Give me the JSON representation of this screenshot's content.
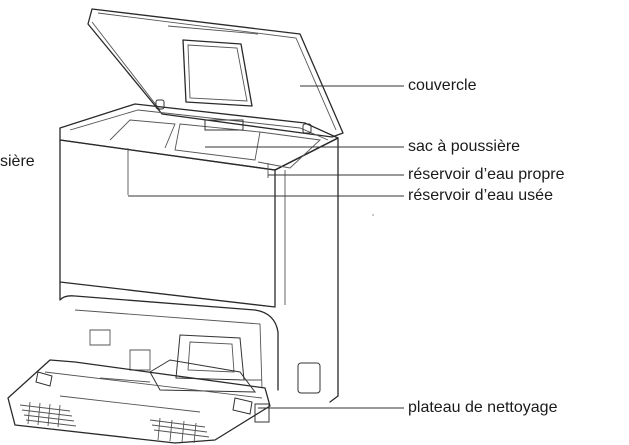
{
  "labels": {
    "cutoff_left": "sière",
    "lid": "couvercle",
    "dust_bag": "sac à poussière",
    "clean_tank": "réservoir d’eau propre",
    "dirty_tank": "réservoir d’eau usée",
    "wash_tray": "plateau de nettoyage"
  }
}
